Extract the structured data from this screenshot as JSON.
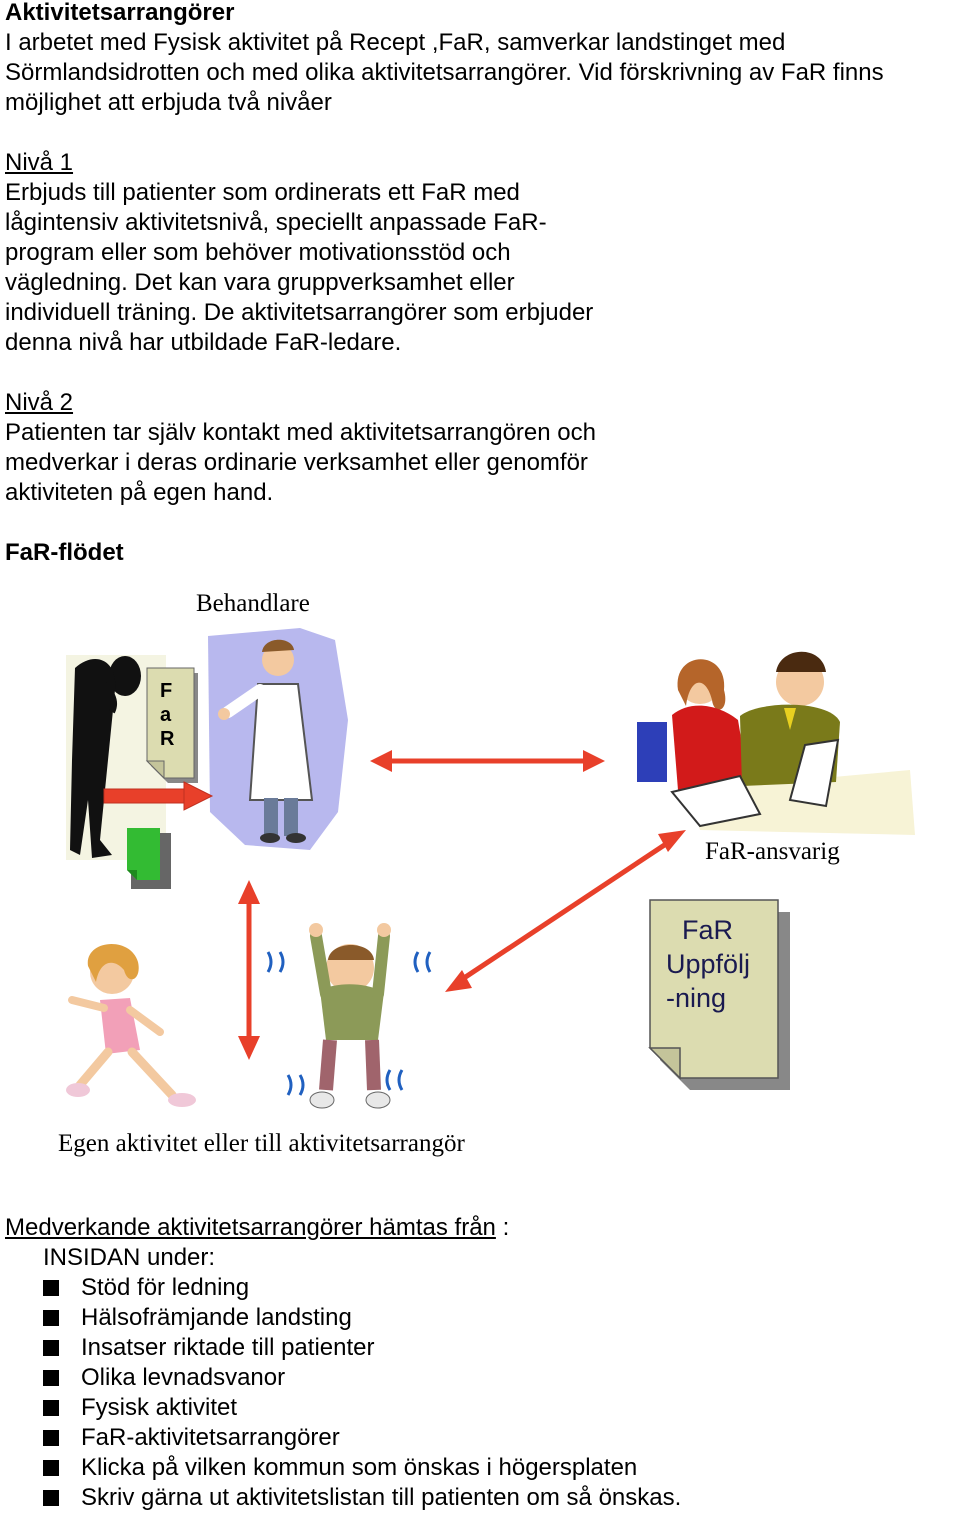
{
  "heading": "Aktivitetsarrangörer",
  "intro": [
    "I arbetet med Fysisk aktivitet på Recept ,FaR, samverkar landstinget med",
    "Sörmlandsidrotten och med olika aktivitetsarrangörer. Vid förskrivning av FaR finns",
    "möjlighet att erbjuda två nivåer"
  ],
  "level1": {
    "title": "Nivå 1",
    "lines": [
      "Erbjuds till patienter som ordinerats ett FaR med",
      "lågintensiv aktivitetsnivå, speciellt anpassade FaR-",
      "program eller som behöver motivationsstöd och",
      "vägledning. Det kan vara gruppverksamhet eller",
      "individuell träning. De aktivitetsarrangörer som erbjuder",
      "denna nivå har utbildade FaR-ledare."
    ]
  },
  "level2": {
    "title": "Nivå 2",
    "lines": [
      "Patienten tar själv kontakt med aktivitetsarrangören och",
      "medverkar i deras ordinarie verksamhet eller genomför",
      "aktiviteten på egen hand."
    ]
  },
  "flow": {
    "title": "FaR-flödet",
    "label_behandlare": "Behandlare",
    "label_ansvarig": "FaR-ansvarig",
    "label_egen": "Egen aktivitet eller till aktivitetsarrangör",
    "note_far": [
      "F",
      "a",
      "R"
    ],
    "note_uppfoljning": [
      "FaR",
      "Uppfölj",
      "-ning"
    ]
  },
  "sources": {
    "title": "Medverkande aktivitetsarrangörer hämtas från",
    "colon": " :",
    "insidan": "INSIDAN under:",
    "items": [
      "Stöd för ledning",
      "Hälsofrämjande landsting",
      "Insatser riktade till patienter",
      "Olika levnadsvanor",
      "Fysisk aktivitet",
      "FaR-aktivitetsarrangörer",
      "Klicka på vilken kommun som önskas i högersplaten",
      "Skriv gärna ut aktivitetslistan till patienten om så önskas."
    ]
  },
  "colors": {
    "arrow": "#e8402a",
    "note": "#dcdcb0",
    "green_note": "#33bb33",
    "doctor_bg": "#b8b8ee"
  }
}
